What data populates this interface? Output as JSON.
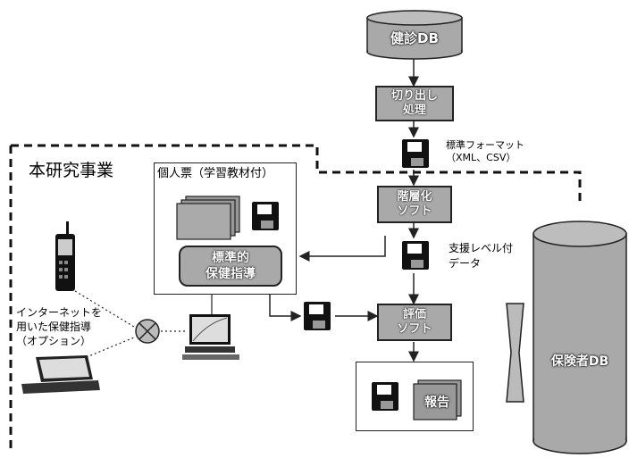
{
  "diagram": {
    "kenshin_db": "健診DB",
    "extract": "切り出し\n処理",
    "std_format": "標準フォーマット\n（XML、CSV）",
    "project": "本研究事業",
    "kojinhyo": "個人票（学習教材付）",
    "hyojun_shido": "標準的\n保健指導",
    "kaisou": "階層化\nソフト",
    "shien_data": "支援レベル付\nデータ",
    "hyoka": "評価\nソフト",
    "houkoku": "報告",
    "hokensha_db": "保険者DB",
    "internet": "インターネットを\n用いた保健指導\n（オプション）"
  }
}
